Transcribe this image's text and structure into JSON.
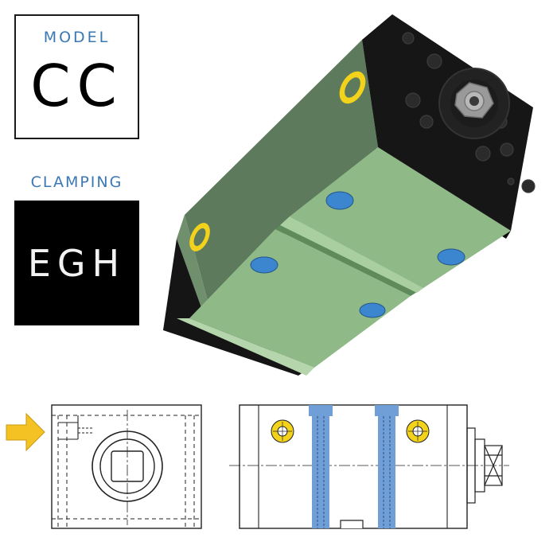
{
  "badges": {
    "model": {
      "label": "MODEL",
      "code": "CC"
    },
    "clamping": {
      "label": "CLAMPING",
      "code": "EGH"
    }
  },
  "colors": {
    "accent_blue": "#3a78b5",
    "body_green": "#8fba88",
    "end_cap_black": "#161616",
    "port_yellow": "#f2d21b",
    "bore_blue": "#3b86cf",
    "arrow_yellow": "#f5c223"
  }
}
